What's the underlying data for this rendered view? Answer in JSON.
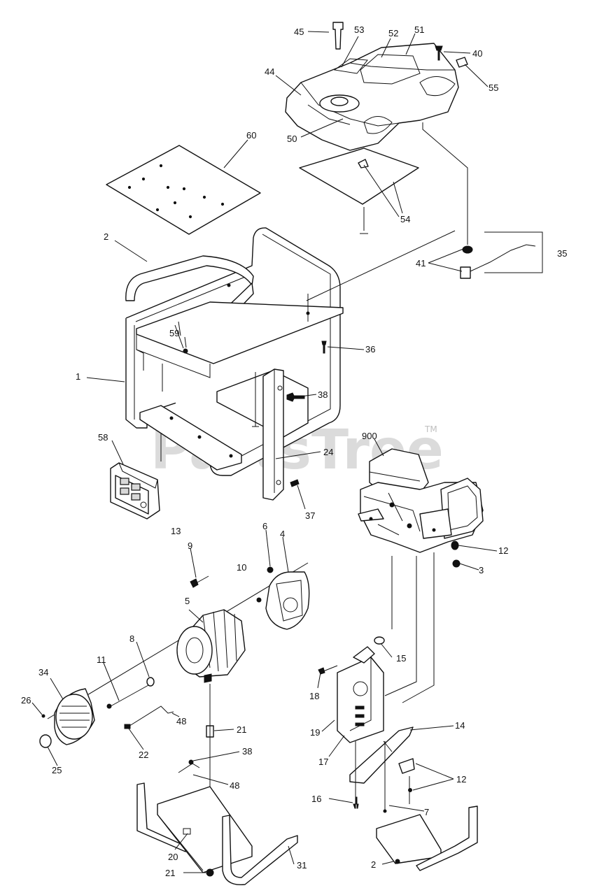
{
  "watermark": {
    "text": "PartsTree",
    "trademark": "TM"
  },
  "callouts": {
    "c45": "45",
    "c53": "53",
    "c52": "52",
    "c51": "51",
    "c40": "40",
    "c55": "55",
    "c44": "44",
    "c50": "50",
    "c60": "60",
    "c54": "54",
    "c2a": "2",
    "c35": "35",
    "c41": "41",
    "c59": "59",
    "c36": "36",
    "c1": "1",
    "c38a": "38",
    "c24": "24",
    "c58": "58",
    "c37": "37",
    "c900": "900",
    "c12a": "12",
    "c3": "3",
    "c6": "6",
    "c9": "9",
    "c13": "13",
    "c10": "10",
    "c4": "4",
    "c5": "5",
    "c8": "8",
    "c15": "15",
    "c11": "11",
    "c34": "34",
    "c26": "26",
    "c18": "18",
    "c21a": "21",
    "c22": "22",
    "c48a": "48",
    "c19": "19",
    "c14": "14",
    "c25": "25",
    "c17": "17",
    "c38b": "38",
    "c48b": "48",
    "c12b": "12",
    "c16": "16",
    "c7": "7",
    "c20": "20",
    "c31": "31",
    "c21b": "21",
    "c2b": "2"
  }
}
